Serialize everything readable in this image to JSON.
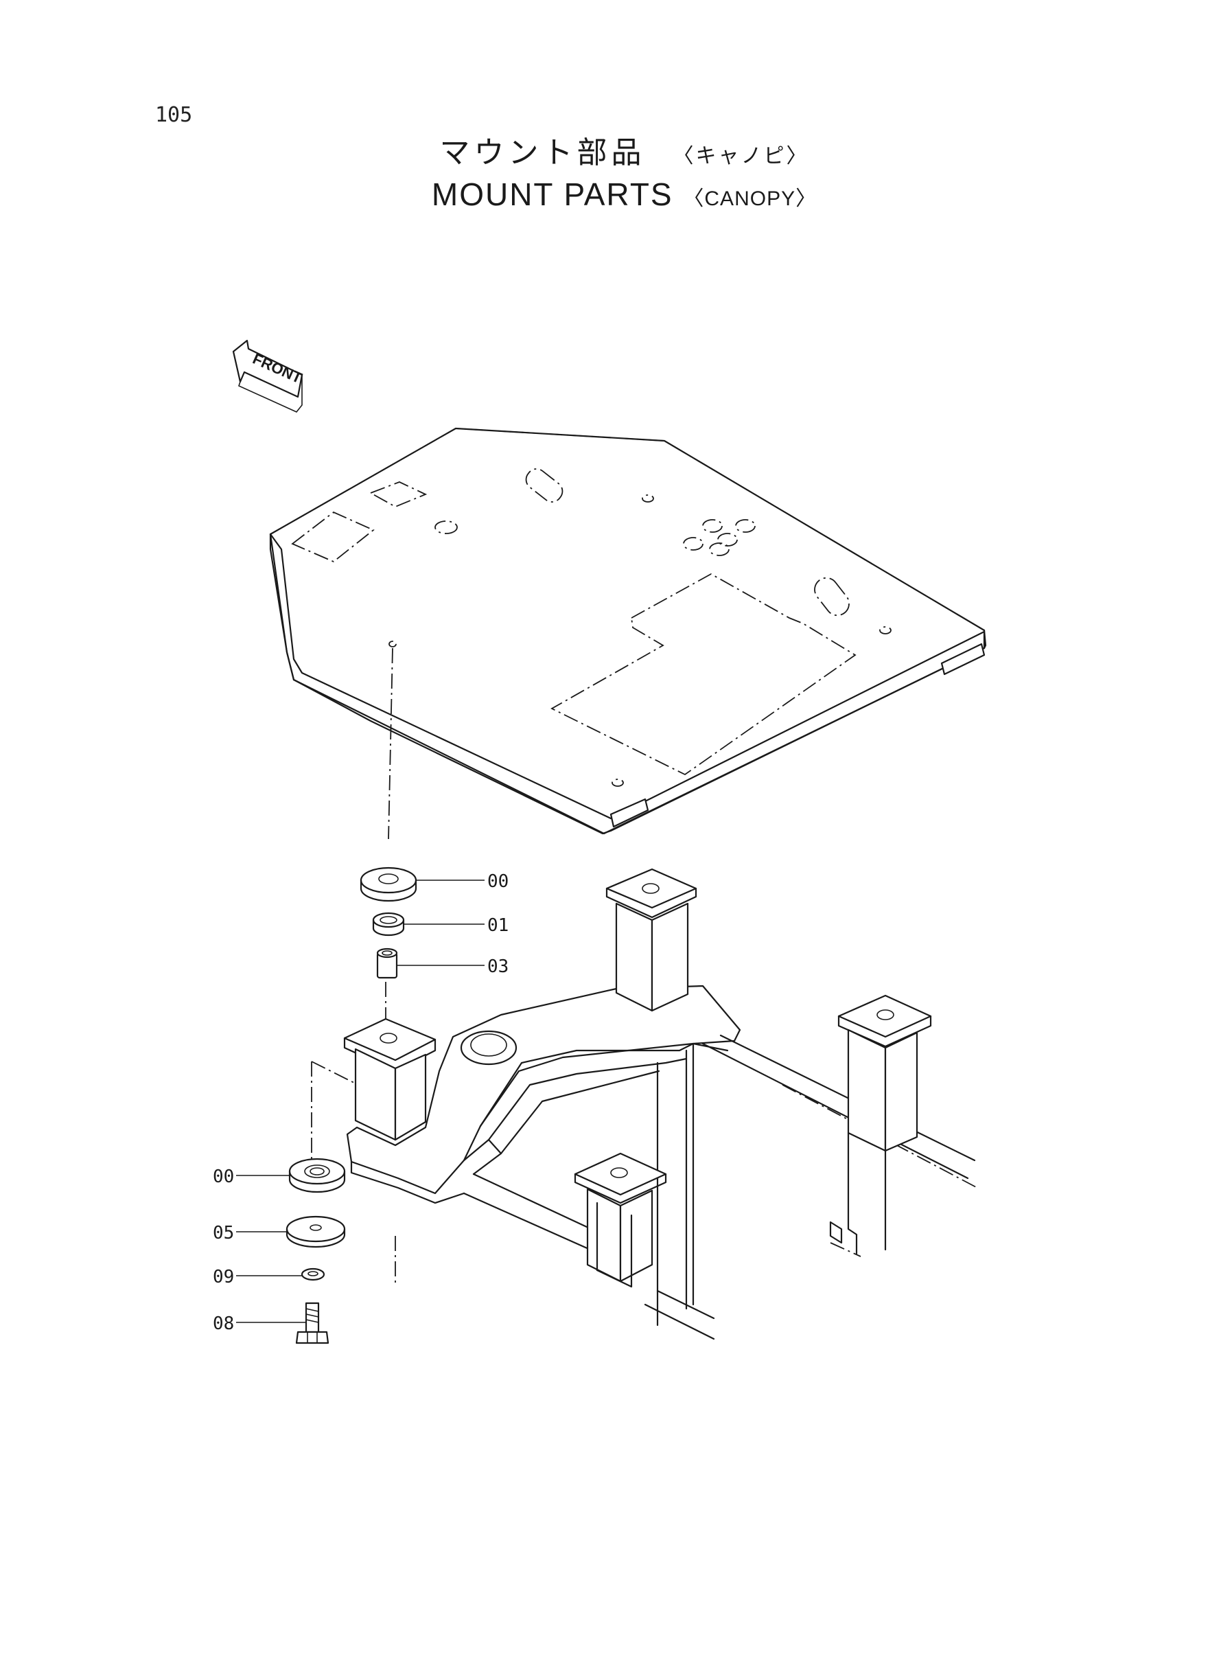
{
  "page": {
    "number": "105"
  },
  "title": {
    "japanese": "マウント部品",
    "japanese_sub": "〈キャノピ〉",
    "english": "MOUNT PARTS",
    "english_sub": "〈CANOPY〉"
  },
  "front_arrow": {
    "label": "FRONT"
  },
  "callouts": [
    {
      "id": "callout-00-upper",
      "label": "00"
    },
    {
      "id": "callout-01",
      "label": "01"
    },
    {
      "id": "callout-03",
      "label": "03"
    },
    {
      "id": "callout-00-lower",
      "label": "00"
    },
    {
      "id": "callout-05",
      "label": "05"
    },
    {
      "id": "callout-09",
      "label": "09"
    },
    {
      "id": "callout-08",
      "label": "08"
    }
  ]
}
